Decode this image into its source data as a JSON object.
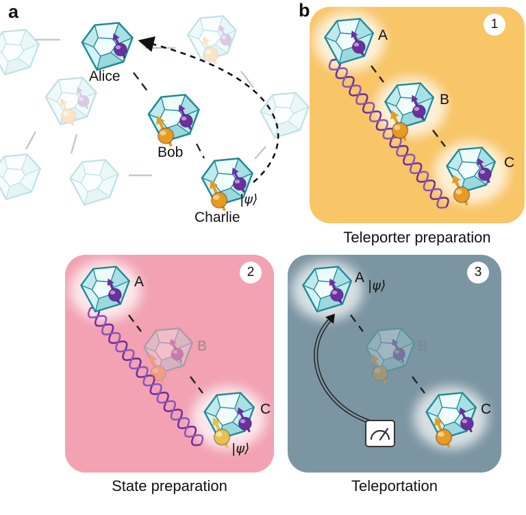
{
  "panel_a": {
    "label": "a",
    "alice": "Alice",
    "bob": "Bob",
    "charlie": "Charlie",
    "psi": "|ψ⟩"
  },
  "panel_1": {
    "label": "b",
    "step": "1",
    "node_a": "A",
    "node_b": "B",
    "node_c": "C",
    "caption": "Teleporter preparation"
  },
  "panel_2": {
    "step": "2",
    "node_a": "A",
    "node_b": "B",
    "node_c": "C",
    "psi": "|ψ⟩",
    "caption": "State preparation"
  },
  "panel_3": {
    "step": "3",
    "node_a": "A",
    "node_b": "B",
    "node_c": "C",
    "psi": "|ψ⟩",
    "caption": "Teleportation"
  },
  "icons": {
    "node": "diamond-gem-icon",
    "spin": "arrow-through-sphere-icon",
    "entanglement": "double-wavy-line-icon",
    "measurement": "gauge-icon",
    "teleport_arrow": "double-line-arrow-icon",
    "network_link": "dashed-link-icon"
  },
  "colors": {
    "panel_1_bg": "#f8c567",
    "panel_2_bg": "#f2a2b2",
    "panel_3_bg": "#7c95a3",
    "diamond_stroke": "#1d8a96",
    "spin_purple": "#6b2fa0",
    "spin_orange": "#e89b1e",
    "spin_pale": "#e7c04d",
    "wave_purple": "#6d2f9e"
  }
}
